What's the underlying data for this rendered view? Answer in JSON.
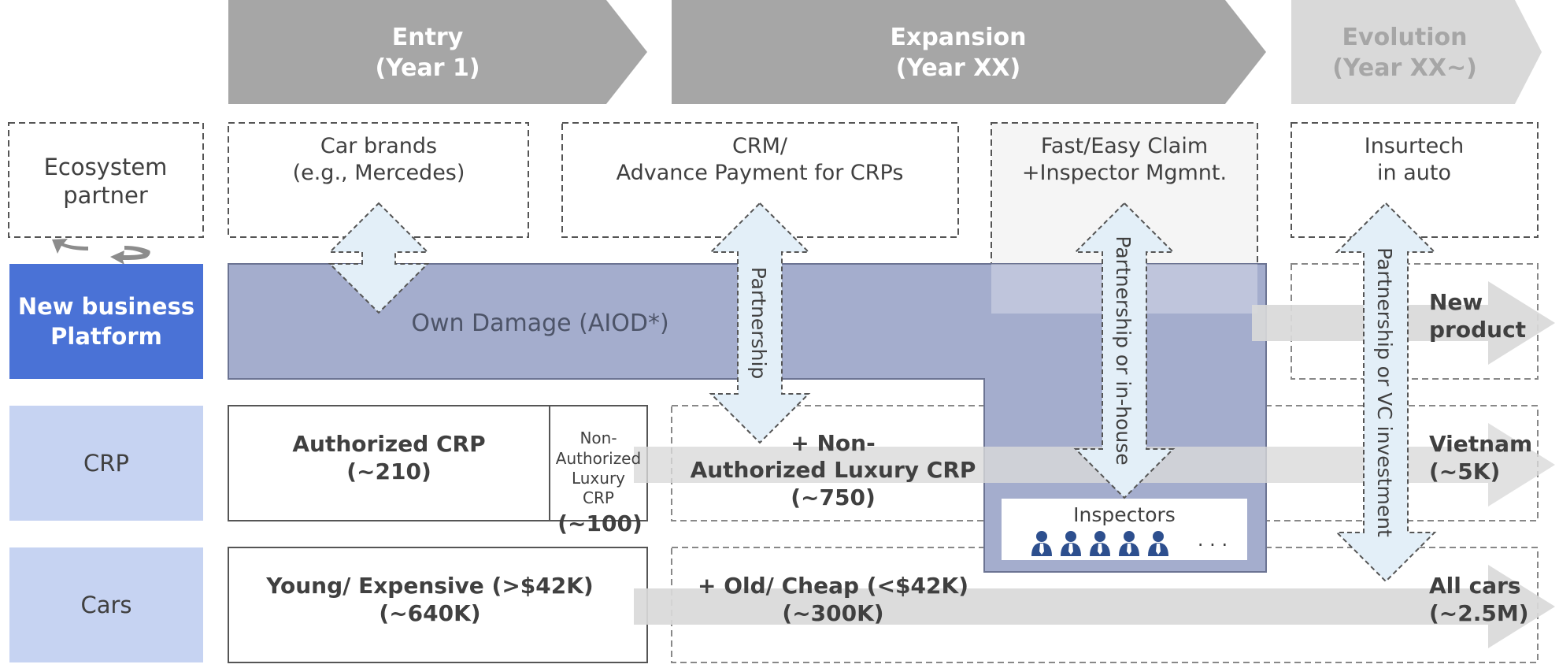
{
  "phases": {
    "entry": {
      "line1": "Entry",
      "line2": "(Year 1)"
    },
    "expansion": {
      "line1": "Expansion",
      "line2": "(Year XX)"
    },
    "evolution": {
      "line1": "Evolution",
      "line2": "(Year XX~)"
    }
  },
  "rows": {
    "ecosystem": {
      "line1": "Ecosystem",
      "line2": "partner"
    },
    "platform": {
      "line1": "New business",
      "line2": "Platform"
    },
    "crp": {
      "label": "CRP"
    },
    "cars": {
      "label": "Cars"
    }
  },
  "partners": {
    "car_brands": {
      "line1": "Car brands",
      "line2": "(e.g., Mercedes)"
    },
    "crm": {
      "line1": "CRM/",
      "line2": "Advance Payment for CRPs"
    },
    "claim": {
      "line1": "Fast/Easy Claim",
      "line2": "+Inspector Mgmnt."
    },
    "insurtech": {
      "line1": "Insurtech",
      "line2": "in auto"
    }
  },
  "platform": {
    "own_damage": "Own Damage (AIOD*)"
  },
  "arrows": {
    "partnership": "Partnership",
    "partnership_inhouse": "Partnership or in-house",
    "partnership_vc": "Partnership or VC investment"
  },
  "crp": {
    "authorized": {
      "line1": "Authorized CRP",
      "line2": "(~210)"
    },
    "non_authorized": {
      "line1": "Non-",
      "line2": "Authorized",
      "line3": "Luxury",
      "line4": "CRP",
      "count": "(~100)"
    },
    "expansion": {
      "line1": "+ Non-",
      "line2": "Authorized Luxury CRP",
      "line3": "(~750)"
    },
    "evolution": {
      "line1": "Vietnam",
      "line2": "(~5K)"
    }
  },
  "cars": {
    "entry": {
      "line1": "Young/ Expensive (>$42K)",
      "line2": "(~640K)"
    },
    "expansion": {
      "line1": "+ Old/ Cheap (<$42K)",
      "line2": "(~300K)"
    },
    "evolution": {
      "line1": "All cars",
      "line2": "(~2.5M)"
    }
  },
  "new_product": {
    "line1": "New",
    "line2": "product"
  },
  "inspectors": {
    "label": "Inspectors",
    "more": "· · ·",
    "icon_count": 5
  },
  "colors": {
    "phase_dark": "#a6a6a6",
    "phase_light": "#d9d9d9",
    "platform_blue": "#4a72d6",
    "row_light_blue": "#c6d3f2",
    "own_damage": "#a4adcd",
    "double_arrow": "#e3eff8",
    "grey_arrow": "#d9d9d9",
    "person_icon": "#2d4f8e"
  }
}
